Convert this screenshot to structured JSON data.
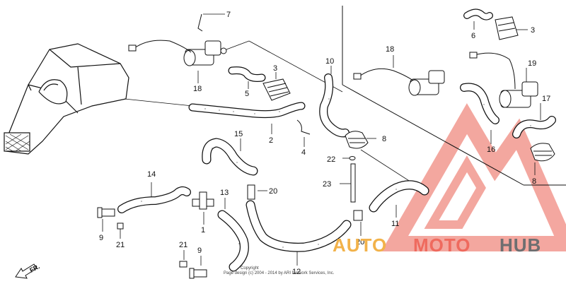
{
  "diagram": {
    "callouts": [
      {
        "id": "c7",
        "label": "7"
      },
      {
        "id": "c18a",
        "label": "18"
      },
      {
        "id": "c5",
        "label": "5"
      },
      {
        "id": "c3a",
        "label": "3"
      },
      {
        "id": "c10",
        "label": "10"
      },
      {
        "id": "c2",
        "label": "2"
      },
      {
        "id": "c4",
        "label": "4"
      },
      {
        "id": "c15",
        "label": "15"
      },
      {
        "id": "c8a",
        "label": "8"
      },
      {
        "id": "c22",
        "label": "22"
      },
      {
        "id": "c23",
        "label": "23"
      },
      {
        "id": "c20a",
        "label": "20"
      },
      {
        "id": "c14",
        "label": "14"
      },
      {
        "id": "c13",
        "label": "13"
      },
      {
        "id": "c1",
        "label": "1"
      },
      {
        "id": "c9a",
        "label": "9"
      },
      {
        "id": "c21a",
        "label": "21"
      },
      {
        "id": "c11",
        "label": "11"
      },
      {
        "id": "c20b",
        "label": "20"
      },
      {
        "id": "c12",
        "label": "12"
      },
      {
        "id": "c21b",
        "label": "21"
      },
      {
        "id": "c9b",
        "label": "9"
      },
      {
        "id": "c6",
        "label": "6"
      },
      {
        "id": "c3b",
        "label": "3"
      },
      {
        "id": "c18b",
        "label": "18"
      },
      {
        "id": "c19",
        "label": "19"
      },
      {
        "id": "c17",
        "label": "17"
      },
      {
        "id": "c16",
        "label": "16"
      },
      {
        "id": "c8b",
        "label": "8"
      }
    ],
    "front_marker": "FR.",
    "copyright_line1": "Copyright",
    "copyright_line2": "Page design (c) 2004 - 2014 by ARI Network Services, Inc."
  },
  "watermark": {
    "part1": "AUTO",
    "part2": "MOTO",
    "part3": "HUB",
    "colors": {
      "auto": "#f2b24a",
      "moto": "#ef6a5e",
      "hub": "#6d6e70",
      "triangle": "#f08a80"
    }
  },
  "colors": {
    "line": "#111111",
    "hose_fill": "#ffffff",
    "background": "#ffffff"
  }
}
